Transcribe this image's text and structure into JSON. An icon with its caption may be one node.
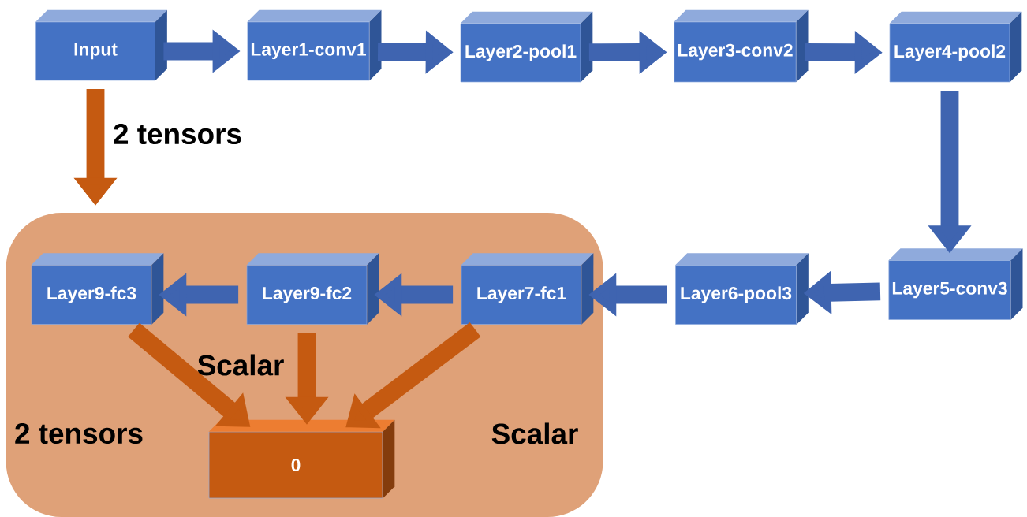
{
  "diagram": {
    "nodes": [
      {
        "text": [
          "Input"
        ]
      },
      {
        "text": [
          "Layer1-conv1"
        ]
      },
      {
        "text": [
          "Layer2-pool1"
        ]
      },
      {
        "text": [
          "Layer3-conv2"
        ]
      },
      {
        "text": [
          "Layer4-pool2"
        ]
      },
      {
        "text": [
          "Layer5-conv3"
        ]
      },
      {
        "text": [
          "Layer6-pool3"
        ]
      },
      {
        "text": [],
        "shape": "box"
      },
      {
        "text": [
          "Layer7-fc1"
        ],
        "in": 7
      },
      {
        "text": [
          "Layer9-fc2"
        ],
        "in": 7
      },
      {
        "text": [
          "Layer9-fc3"
        ],
        "in": 7
      },
      {
        "text": [
          "0"
        ],
        "in": 7
      }
    ],
    "edges": [
      {
        "from": 0,
        "to": 1,
        "arrow": "to"
      },
      {
        "from": 1,
        "to": 2,
        "arrow": "to"
      },
      {
        "from": 2,
        "to": 3,
        "arrow": "to"
      },
      {
        "from": 3,
        "to": 4,
        "arrow": "to"
      },
      {
        "from": 4,
        "to": 5,
        "arrow": "to"
      },
      {
        "from": 5,
        "to": 6,
        "arrow": "to"
      },
      {
        "from": 6,
        "to": 8,
        "arrow": "to"
      },
      {
        "from": 8,
        "to": 9,
        "arrow": "to"
      },
      {
        "from": 9,
        "to": 10,
        "arrow": "to"
      },
      {
        "from": 0,
        "to": 7,
        "arrow": "to",
        "label": "2 tensors",
        "color": "#c55a11"
      },
      {
        "from": 10,
        "to": 11,
        "arrow": "to",
        "label": "2 tensors",
        "color": "#c55a11"
      },
      {
        "from": 9,
        "to": 11,
        "arrow": "to",
        "label": "Scalar",
        "color": "#c55a11"
      },
      {
        "from": 8,
        "to": 11,
        "arrow": "to",
        "label": "Scalar",
        "color": "#c55a11"
      }
    ]
  }
}
